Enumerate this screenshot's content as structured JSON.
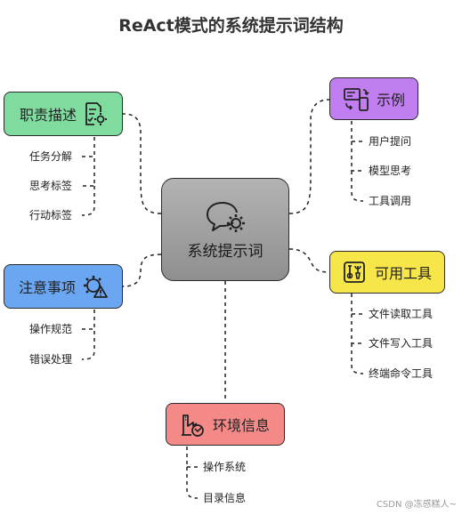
{
  "title": "ReAct模式的系统提示词结构",
  "central": {
    "label": "系统提示词",
    "icon": "chat-gear-icon"
  },
  "branches": {
    "duties": {
      "label": "职责描述",
      "color": "#7fdc9e",
      "icon": "document-gear-icon",
      "items": [
        "任务分解",
        "思考标签",
        "行动标签"
      ]
    },
    "notes": {
      "label": "注意事项",
      "color": "#6aa6f2",
      "icon": "gear-warning-icon",
      "items": [
        "操作规范",
        "错误处理"
      ]
    },
    "examples": {
      "label": "示例",
      "color": "#c07ef0",
      "icon": "devices-sync-icon",
      "items": [
        "用户提问",
        "模型思考",
        "工具调用"
      ]
    },
    "tools": {
      "label": "可用工具",
      "color": "#f7e64a",
      "icon": "toolbox-icon",
      "items": [
        "文件读取工具",
        "文件写入工具",
        "终端命令工具"
      ]
    },
    "env": {
      "label": "环境信息",
      "color": "#f48a88",
      "icon": "factory-refresh-icon",
      "items": [
        "操作系统",
        "目录信息"
      ]
    }
  },
  "footer": "CSDN @冻感糕人~"
}
